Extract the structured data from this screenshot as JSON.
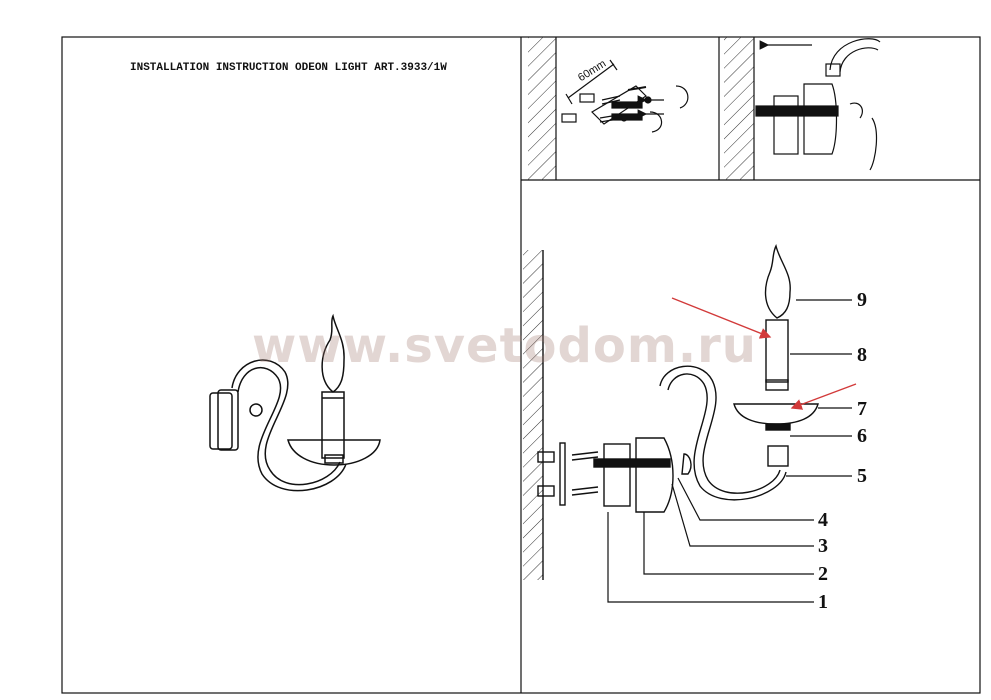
{
  "document": {
    "title": "INSTALLATION INSTRUCTION ODEON LIGHT ART.3933/1W",
    "watermark": "www.svetodom.ru",
    "dimension_label": "60mm"
  },
  "callouts": [
    "9",
    "8",
    "7",
    "6",
    "5",
    "4",
    "3",
    "2",
    "1"
  ],
  "colors": {
    "line": "#111111",
    "arrow": "#d23a3a",
    "watermark": "#a0786e"
  }
}
